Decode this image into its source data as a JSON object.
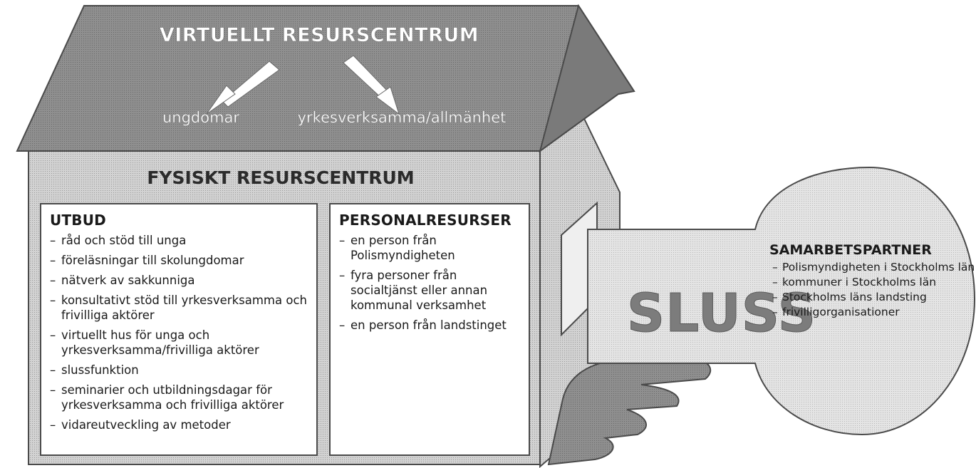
{
  "roof": {
    "title": "VIRTUELLT RESURSCENTRUM",
    "left_label": "ungdomar",
    "right_label": "yrkesverksamma/allmänhet"
  },
  "house": {
    "title": "FYSISKT RESURSCENTRUM"
  },
  "utbud": {
    "heading": "UTBUD",
    "items": [
      "råd och stöd till unga",
      "föreläsningar till skolungdomar",
      "nätverk av sakkunniga",
      "konsultativt stöd till yrkesverksamma och frivilliga aktörer",
      "virtuellt hus för unga och yrkesverksamma/frivilliga aktörer",
      "slussfunktion",
      "seminarier och utbildningsdagar för yrkesverksamma och frivilliga aktörer",
      "vidareutveckling av metoder"
    ]
  },
  "personal": {
    "heading": "PERSONALRESURSER",
    "items": [
      "en person från Polismyndigheten",
      "fyra personer från socialtjänst eller annan kommunal verksamhet",
      "en person från landstinget"
    ]
  },
  "sluss": {
    "label": "SLUSS"
  },
  "partner": {
    "heading": "SAMARBETSPARTNER",
    "items": [
      "Polismyndigheten i Stockholms län",
      "kommuner i Stockholms län",
      "Stockholms läns landsting",
      "frivilligorganisationer"
    ]
  },
  "colors": {
    "roof": "#8d8d8d",
    "roof_side": "#767676",
    "wall": "#d9d9d9",
    "wall_side": "#c4c4c4",
    "key": "#e6e6e6",
    "hand": "#8a8a8a",
    "outline": "#4a4a4a"
  }
}
